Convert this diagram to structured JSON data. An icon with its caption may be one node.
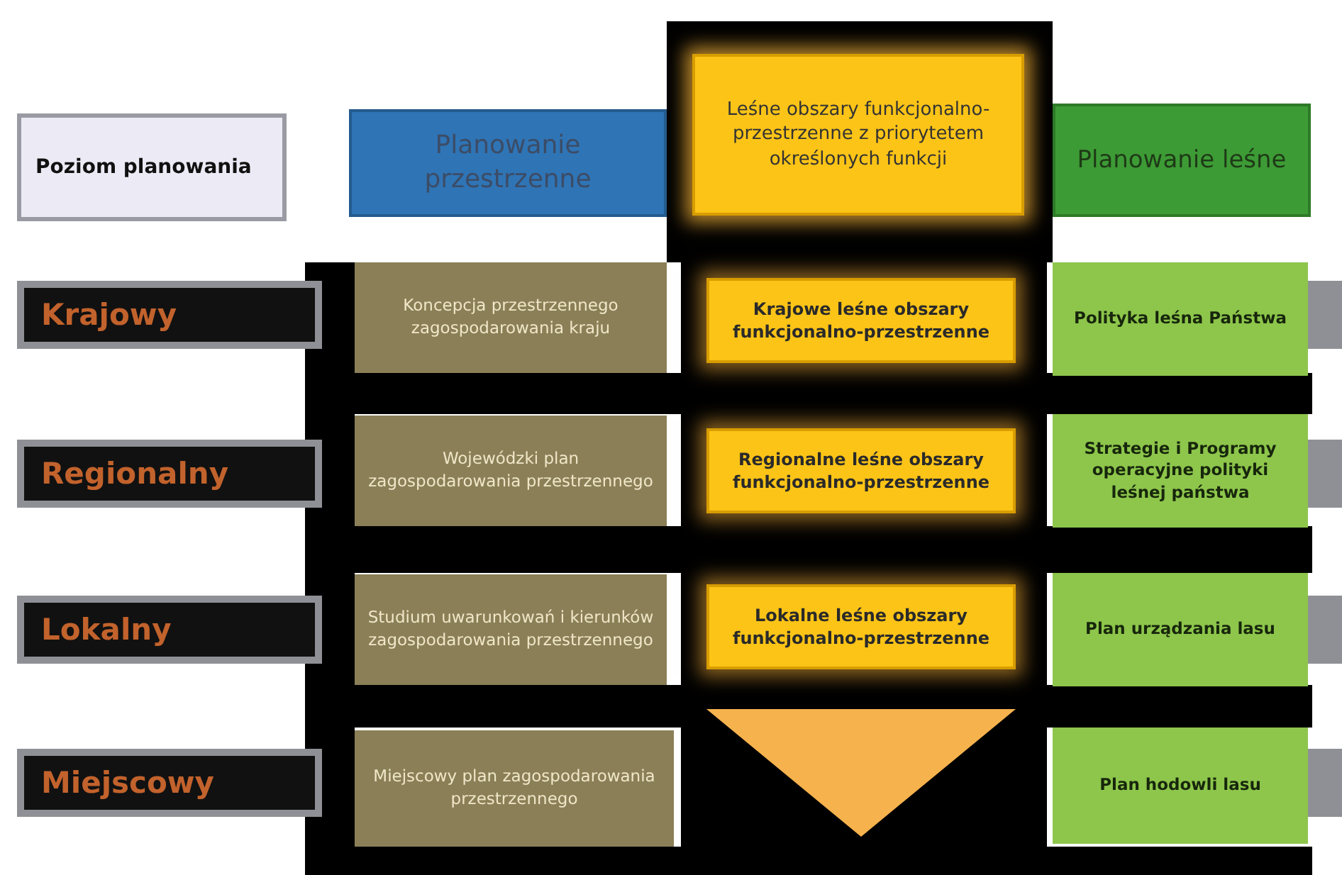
{
  "diagram": {
    "nodes": [
      {
        "text": [
          "Poziom planowania"
        ]
      },
      {
        "text": [
          "Planowanie przestrzenne"
        ]
      },
      {
        "text": [
          "Leśne obszary funkcjonalno-przestrzenne z priorytetem określonych funkcji"
        ]
      },
      {
        "text": [
          "Planowanie leśne"
        ]
      },
      {
        "text": [
          "Krajowy"
        ]
      },
      {
        "text": [
          "Koncepcja przestrzennego zagospodarowania kraju"
        ]
      },
      {
        "text": [
          "Krajowe leśne obszary funkcjonalno-przestrzenne"
        ]
      },
      {
        "text": [
          "Polityka leśna Państwa"
        ]
      },
      {
        "text": [
          "Regionalny"
        ]
      },
      {
        "text": [
          "Wojewódzki plan zagospodarowania przestrzennego"
        ]
      },
      {
        "text": [
          "Regionalne leśne obszary funkcjonalno-przestrzenne"
        ]
      },
      {
        "text": [
          "Strategie i Programy operacyjne polityki leśnej państwa"
        ]
      },
      {
        "text": [
          "Lokalny"
        ]
      },
      {
        "text": [
          "Studium uwarunkowań i kierunków zagospodarowania przestrzennego"
        ]
      },
      {
        "text": [
          "Lokalne leśne obszary funkcjonalno-przestrzenne"
        ]
      },
      {
        "text": [
          "Plan urządzania lasu"
        ]
      },
      {
        "text": [
          "Miejscowy"
        ]
      },
      {
        "text": [
          "Miejscowy plan zagospodarowania przestrzennego"
        ]
      },
      {
        "text": [],
        "shape": "triangle"
      },
      {
        "text": [
          "Plan hodowli lasu"
        ]
      }
    ]
  }
}
